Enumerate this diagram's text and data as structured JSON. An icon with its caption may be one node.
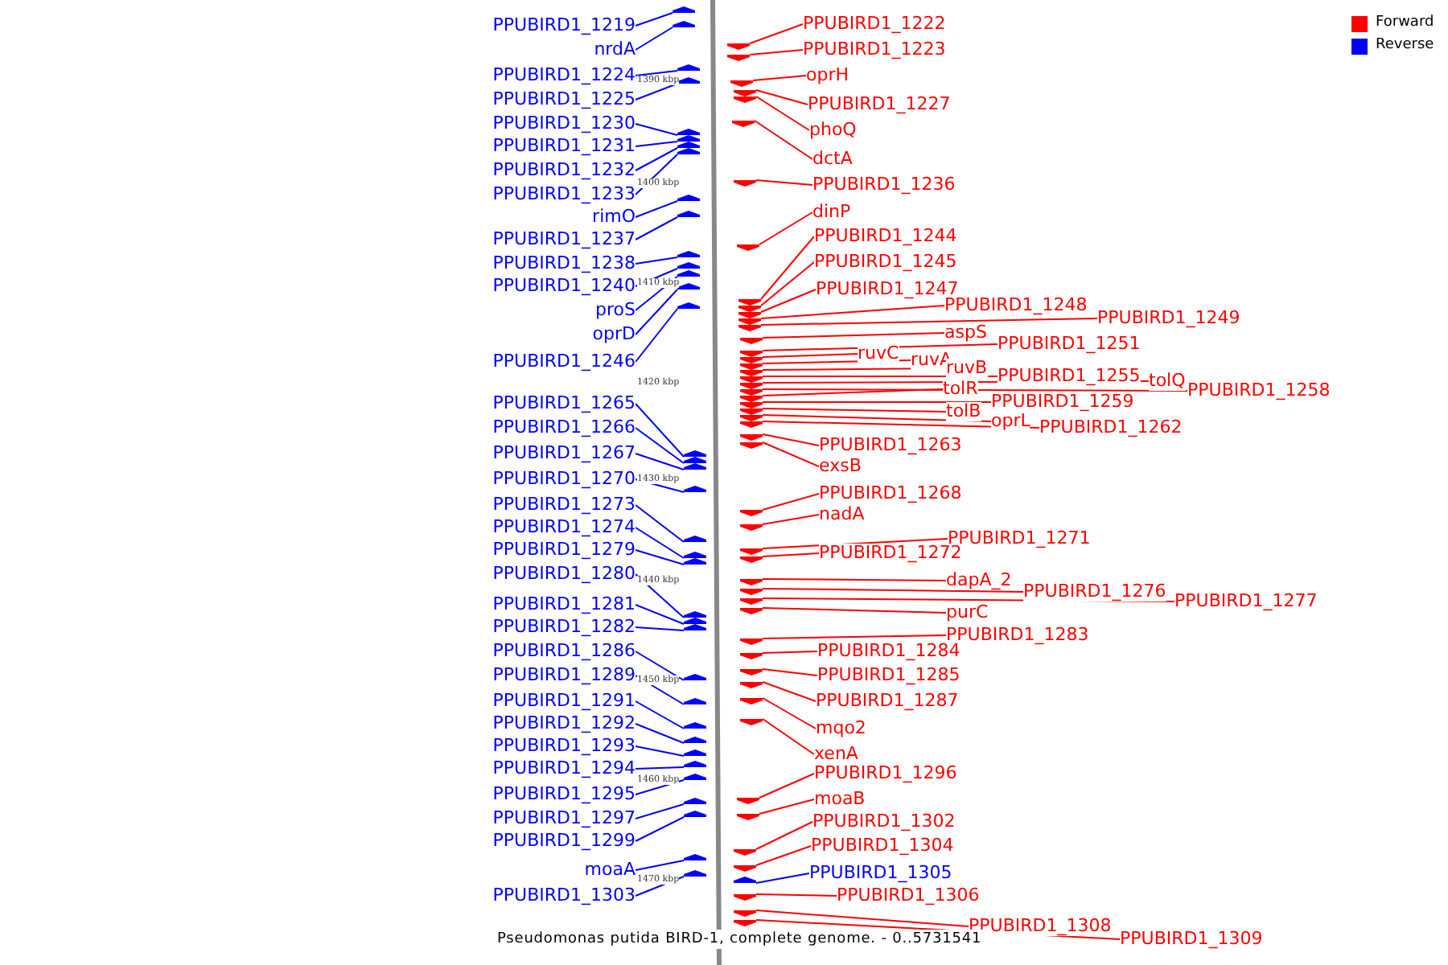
{
  "diagram": {
    "caption": "Pseudomonas putida BIRD-1, complete genome. - 0..5731541",
    "nodes": [
      {
        "text": [
          "PPUBIRD1_1219"
        ]
      },
      {
        "text": [
          "nrdA"
        ]
      },
      {
        "text": [
          "PPUBIRD1_1224"
        ]
      },
      {
        "text": [
          "PPUBIRD1_1225"
        ]
      },
      {
        "text": [
          "PPUBIRD1_1230"
        ]
      },
      {
        "text": [
          "PPUBIRD1_1231"
        ]
      },
      {
        "text": [
          "PPUBIRD1_1232"
        ]
      },
      {
        "text": [
          "PPUBIRD1_1233"
        ]
      },
      {
        "text": [
          "rimO"
        ]
      },
      {
        "text": [
          "PPUBIRD1_1237"
        ]
      },
      {
        "text": [
          "PPUBIRD1_1238"
        ]
      },
      {
        "text": [
          "PPUBIRD1_1240"
        ]
      },
      {
        "text": [
          "proS"
        ]
      },
      {
        "text": [
          "oprD"
        ]
      },
      {
        "text": [
          "PPUBIRD1_1246"
        ]
      },
      {
        "text": [
          "PPUBIRD1_1265"
        ]
      },
      {
        "text": [
          "PPUBIRD1_1266"
        ]
      },
      {
        "text": [
          "PPUBIRD1_1267"
        ]
      },
      {
        "text": [
          "PPUBIRD1_1270"
        ]
      },
      {
        "text": [
          "PPUBIRD1_1273"
        ]
      },
      {
        "text": [
          "PPUBIRD1_1274"
        ]
      },
      {
        "text": [
          "PPUBIRD1_1279"
        ]
      },
      {
        "text": [
          "PPUBIRD1_1280"
        ]
      },
      {
        "text": [
          "PPUBIRD1_1281"
        ]
      },
      {
        "text": [
          "PPUBIRD1_1282"
        ]
      },
      {
        "text": [
          "PPUBIRD1_1286"
        ]
      },
      {
        "text": [
          "PPUBIRD1_1289"
        ]
      },
      {
        "text": [
          "PPUBIRD1_1291"
        ]
      },
      {
        "text": [
          "PPUBIRD1_1292"
        ]
      },
      {
        "text": [
          "PPUBIRD1_1293"
        ]
      },
      {
        "text": [
          "PPUBIRD1_1294"
        ]
      },
      {
        "text": [
          "PPUBIRD1_1295"
        ]
      },
      {
        "text": [
          "PPUBIRD1_1297"
        ]
      },
      {
        "text": [
          "PPUBIRD1_1299"
        ]
      },
      {
        "text": [
          "moaA"
        ]
      },
      {
        "text": [
          "PPUBIRD1_1303"
        ]
      },
      {
        "text": [
          "PPUBIRD1_1222"
        ]
      },
      {
        "text": [
          "PPUBIRD1_1223"
        ]
      },
      {
        "text": [
          "oprH"
        ]
      },
      {
        "text": [
          "PPUBIRD1_1227"
        ]
      },
      {
        "text": [
          "phoQ"
        ]
      },
      {
        "text": [
          "dctA"
        ]
      },
      {
        "text": [
          "PPUBIRD1_1236"
        ]
      },
      {
        "text": [
          "dinP"
        ]
      },
      {
        "text": [
          "PPUBIRD1_1244"
        ]
      },
      {
        "text": [
          "PPUBIRD1_1245"
        ]
      },
      {
        "text": [
          "PPUBIRD1_1247"
        ]
      },
      {
        "text": [
          "PPUBIRD1_1248"
        ]
      },
      {
        "text": [
          "PPUBIRD1_1249"
        ]
      },
      {
        "text": [
          "aspS"
        ]
      },
      {
        "text": [
          "PPUBIRD1_1251"
        ]
      },
      {
        "text": [
          "ruvC"
        ]
      },
      {
        "text": [
          "ruvA"
        ]
      },
      {
        "text": [
          "ruvB"
        ]
      },
      {
        "text": [
          "PPUBIRD1_1255"
        ]
      },
      {
        "text": [
          "tolQ"
        ]
      },
      {
        "text": [
          "PPUBIRD1_1258"
        ]
      },
      {
        "text": [
          "tolR"
        ]
      },
      {
        "text": [
          "PPUBIRD1_1259"
        ]
      },
      {
        "text": [
          "tolB"
        ]
      },
      {
        "text": [
          "oprL"
        ]
      },
      {
        "text": [
          "PPUBIRD1_1262"
        ]
      },
      {
        "text": [
          "PPUBIRD1_1263"
        ]
      },
      {
        "text": [
          "exsB"
        ]
      },
      {
        "text": [
          "PPUBIRD1_1268"
        ]
      },
      {
        "text": [
          "nadA"
        ]
      },
      {
        "text": [
          "PPUBIRD1_1271"
        ]
      },
      {
        "text": [
          "PPUBIRD1_1272"
        ]
      },
      {
        "text": [
          "dapA_2"
        ]
      },
      {
        "text": [
          "PPUBIRD1_1276"
        ]
      },
      {
        "text": [
          "PPUBIRD1_1277"
        ]
      },
      {
        "text": [
          "purC"
        ]
      },
      {
        "text": [
          "PPUBIRD1_1283"
        ]
      },
      {
        "text": [
          "PPUBIRD1_1284"
        ]
      },
      {
        "text": [
          "PPUBIRD1_1285"
        ]
      },
      {
        "text": [
          "PPUBIRD1_1287"
        ]
      },
      {
        "text": [
          "mqo2"
        ]
      },
      {
        "text": [
          "xenA"
        ]
      },
      {
        "text": [
          "PPUBIRD1_1296"
        ]
      },
      {
        "text": [
          "moaB"
        ]
      },
      {
        "text": [
          "PPUBIRD1_1302"
        ]
      },
      {
        "text": [
          "PPUBIRD1_1304"
        ]
      },
      {
        "text": [
          "PPUBIRD1_1305"
        ]
      },
      {
        "text": [
          "PPUBIRD1_1306"
        ]
      },
      {
        "text": [
          "PPUBIRD1_1308"
        ]
      },
      {
        "text": [
          "PPUBIRD1_1309"
        ]
      },
      {
        "text": [],
        "shape": "arrow"
      },
      {
        "text": [],
        "shape": "arrow"
      },
      {
        "text": [],
        "shape": "arrow"
      },
      {
        "text": [],
        "shape": "arrow"
      },
      {
        "text": [],
        "shape": "arrow"
      },
      {
        "text": [],
        "shape": "arrow"
      },
      {
        "text": [],
        "shape": "arrow"
      },
      {
        "text": [],
        "shape": "arrow"
      },
      {
        "text": [],
        "shape": "arrow"
      },
      {
        "text": [],
        "shape": "arrow"
      },
      {
        "text": [],
        "shape": "arrow"
      },
      {
        "text": [],
        "shape": "arrow"
      },
      {
        "text": [],
        "shape": "arrow"
      },
      {
        "text": [],
        "shape": "arrow"
      },
      {
        "text": [],
        "shape": "arrow"
      },
      {
        "text": [],
        "shape": "arrow"
      },
      {
        "text": [],
        "shape": "arrow"
      },
      {
        "text": [],
        "shape": "arrow"
      },
      {
        "text": [],
        "shape": "arrow"
      },
      {
        "text": [],
        "shape": "arrow"
      },
      {
        "text": [],
        "shape": "arrow"
      },
      {
        "text": [],
        "shape": "arrow"
      },
      {
        "text": [],
        "shape": "arrow"
      },
      {
        "text": [],
        "shape": "arrow"
      },
      {
        "text": [],
        "shape": "arrow"
      },
      {
        "text": [],
        "shape": "arrow"
      },
      {
        "text": [],
        "shape": "arrow"
      },
      {
        "text": [],
        "shape": "arrow"
      },
      {
        "text": [],
        "shape": "arrow"
      },
      {
        "text": [],
        "shape": "arrow"
      },
      {
        "text": [],
        "shape": "arrow"
      },
      {
        "text": [],
        "shape": "arrow"
      },
      {
        "text": [],
        "shape": "arrow"
      },
      {
        "text": [],
        "shape": "arrow"
      },
      {
        "text": [],
        "shape": "arrow"
      },
      {
        "text": [],
        "shape": "arrow"
      },
      {
        "text": [],
        "shape": "arrow"
      },
      {
        "text": [],
        "shape": "arrow"
      },
      {
        "text": [],
        "shape": "arrow"
      },
      {
        "text": [],
        "shape": "arrow"
      },
      {
        "text": [],
        "shape": "arrow"
      },
      {
        "text": [],
        "shape": "arrow"
      },
      {
        "text": [],
        "shape": "arrow"
      },
      {
        "text": [],
        "shape": "arrow"
      },
      {
        "text": [],
        "shape": "arrow"
      },
      {
        "text": [],
        "shape": "arrow"
      },
      {
        "text": [],
        "shape": "arrow"
      },
      {
        "text": [],
        "shape": "arrow"
      },
      {
        "text": [],
        "shape": "arrow"
      },
      {
        "text": [],
        "shape": "arrow"
      },
      {
        "text": [],
        "shape": "arrow"
      },
      {
        "text": [],
        "shape": "arrow"
      },
      {
        "text": [],
        "shape": "arrow"
      },
      {
        "text": [],
        "shape": "arrow"
      },
      {
        "text": [],
        "shape": "arrow"
      },
      {
        "text": [],
        "shape": "arrow"
      },
      {
        "text": [],
        "shape": "arrow"
      },
      {
        "text": [],
        "shape": "arrow"
      },
      {
        "text": [],
        "shape": "arrow"
      },
      {
        "text": [],
        "shape": "arrow"
      },
      {
        "text": [],
        "shape": "arrow"
      },
      {
        "text": [],
        "shape": "arrow"
      },
      {
        "text": [],
        "shape": "arrow"
      },
      {
        "text": [],
        "shape": "arrow"
      },
      {
        "text": [],
        "shape": "arrow"
      },
      {
        "text": [],
        "shape": "arrow"
      },
      {
        "text": [],
        "shape": "arrow"
      },
      {
        "text": [],
        "shape": "arrow"
      },
      {
        "text": [],
        "shape": "arrow"
      },
      {
        "text": [],
        "shape": "arrow"
      },
      {
        "text": [],
        "shape": "arrow"
      },
      {
        "text": [],
        "shape": "arrow"
      },
      {
        "text": [],
        "shape": "arrow"
      },
      {
        "text": [],
        "shape": "arrow"
      },
      {
        "text": [],
        "shape": "arrow"
      },
      {
        "text": [],
        "shape": "arrow"
      },
      {
        "text": [],
        "shape": "arrow"
      },
      {
        "text": [],
        "shape": "arrow"
      },
      {
        "text": [],
        "shape": "arrow"
      },
      {
        "text": [],
        "shape": "arrow"
      },
      {
        "text": [],
        "shape": "arrow"
      },
      {
        "text": [],
        "shape": "arrow"
      },
      {
        "text": [],
        "shape": "arrow"
      },
      {
        "text": [],
        "shape": "arrow"
      },
      {
        "text": [],
        "shape": "arrow"
      },
      {
        "text": [],
        "shape": "arrow"
      }
    ],
    "edges": [
      {
        "from": 0,
        "to": 86,
        "arrow": "none",
        "color": "#0000ff"
      },
      {
        "from": 1,
        "to": 87,
        "arrow": "none",
        "color": "#0000ff"
      },
      {
        "from": 2,
        "to": 88,
        "arrow": "none",
        "color": "#0000ff"
      },
      {
        "from": 3,
        "to": 89,
        "arrow": "none",
        "color": "#0000ff"
      },
      {
        "from": 4,
        "to": 90,
        "arrow": "none",
        "color": "#0000ff"
      },
      {
        "from": 5,
        "to": 91,
        "arrow": "none",
        "color": "#0000ff"
      },
      {
        "from": 6,
        "to": 92,
        "arrow": "none",
        "color": "#0000ff"
      },
      {
        "from": 7,
        "to": 93,
        "arrow": "none",
        "color": "#0000ff"
      },
      {
        "from": 8,
        "to": 94,
        "arrow": "none",
        "color": "#0000ff"
      },
      {
        "from": 9,
        "to": 95,
        "arrow": "none",
        "color": "#0000ff"
      },
      {
        "from": 10,
        "to": 96,
        "arrow": "none",
        "color": "#0000ff"
      },
      {
        "from": 11,
        "to": 97,
        "arrow": "none",
        "color": "#0000ff"
      },
      {
        "from": 12,
        "to": 98,
        "arrow": "none",
        "color": "#0000ff"
      },
      {
        "from": 13,
        "to": 99,
        "arrow": "none",
        "color": "#0000ff"
      },
      {
        "from": 14,
        "to": 100,
        "arrow": "none",
        "color": "#0000ff"
      },
      {
        "from": 15,
        "to": 101,
        "arrow": "none",
        "color": "#0000ff"
      },
      {
        "from": 16,
        "to": 102,
        "arrow": "none",
        "color": "#0000ff"
      },
      {
        "from": 17,
        "to": 103,
        "arrow": "none",
        "color": "#0000ff"
      },
      {
        "from": 18,
        "to": 104,
        "arrow": "none",
        "color": "#0000ff"
      },
      {
        "from": 19,
        "to": 105,
        "arrow": "none",
        "color": "#0000ff"
      },
      {
        "from": 20,
        "to": 106,
        "arrow": "none",
        "color": "#0000ff"
      },
      {
        "from": 21,
        "to": 107,
        "arrow": "none",
        "color": "#0000ff"
      },
      {
        "from": 22,
        "to": 108,
        "arrow": "none",
        "color": "#0000ff"
      },
      {
        "from": 23,
        "to": 109,
        "arrow": "none",
        "color": "#0000ff"
      },
      {
        "from": 24,
        "to": 110,
        "arrow": "none",
        "color": "#0000ff"
      },
      {
        "from": 25,
        "to": 111,
        "arrow": "none",
        "color": "#0000ff"
      },
      {
        "from": 26,
        "to": 112,
        "arrow": "none",
        "color": "#0000ff"
      },
      {
        "from": 27,
        "to": 113,
        "arrow": "none",
        "color": "#0000ff"
      },
      {
        "from": 28,
        "to": 114,
        "arrow": "none",
        "color": "#0000ff"
      },
      {
        "from": 29,
        "to": 115,
        "arrow": "none",
        "color": "#0000ff"
      },
      {
        "from": 30,
        "to": 116,
        "arrow": "none",
        "color": "#0000ff"
      },
      {
        "from": 31,
        "to": 117,
        "arrow": "none",
        "color": "#0000ff"
      },
      {
        "from": 32,
        "to": 118,
        "arrow": "none",
        "color": "#0000ff"
      },
      {
        "from": 33,
        "to": 119,
        "arrow": "none",
        "color": "#0000ff"
      },
      {
        "from": 34,
        "to": 120,
        "arrow": "none",
        "color": "#0000ff"
      },
      {
        "from": 35,
        "to": 121,
        "arrow": "none",
        "color": "#0000ff"
      },
      {
        "from": 36,
        "to": 122,
        "arrow": "none"
      },
      {
        "from": 37,
        "to": 123,
        "arrow": "none"
      },
      {
        "from": 38,
        "to": 124,
        "arrow": "none"
      },
      {
        "from": 39,
        "to": 125,
        "arrow": "none"
      },
      {
        "from": 40,
        "to": 126,
        "arrow": "none"
      },
      {
        "from": 41,
        "to": 127,
        "arrow": "none"
      },
      {
        "from": 42,
        "to": 128,
        "arrow": "none"
      },
      {
        "from": 43,
        "to": 129,
        "arrow": "none"
      },
      {
        "from": 44,
        "to": 130,
        "arrow": "none"
      },
      {
        "from": 45,
        "to": 131,
        "arrow": "none"
      },
      {
        "from": 46,
        "to": 132,
        "arrow": "none"
      },
      {
        "from": 47,
        "to": 133,
        "arrow": "none"
      },
      {
        "from": 48,
        "to": 134,
        "arrow": "none"
      },
      {
        "from": 49,
        "to": 135,
        "arrow": "none"
      },
      {
        "from": 50,
        "to": 136,
        "arrow": "none"
      },
      {
        "from": 51,
        "to": 137,
        "arrow": "none"
      },
      {
        "from": 52,
        "to": 138,
        "arrow": "none"
      },
      {
        "from": 53,
        "to": 139,
        "arrow": "none"
      },
      {
        "from": 54,
        "to": 140,
        "arrow": "none"
      },
      {
        "from": 55,
        "to": 141,
        "arrow": "none"
      },
      {
        "from": 56,
        "to": 142,
        "arrow": "none"
      },
      {
        "from": 57,
        "to": 143,
        "arrow": "none"
      },
      {
        "from": 58,
        "to": 144,
        "arrow": "none"
      },
      {
        "from": 59,
        "to": 145,
        "arrow": "none"
      },
      {
        "from": 60,
        "to": 146,
        "arrow": "none"
      },
      {
        "from": 61,
        "to": 147,
        "arrow": "none"
      },
      {
        "from": 62,
        "to": 148,
        "arrow": "none"
      },
      {
        "from": 63,
        "to": 149,
        "arrow": "none"
      },
      {
        "from": 64,
        "to": 150,
        "arrow": "none"
      },
      {
        "from": 65,
        "to": 151,
        "arrow": "none"
      },
      {
        "from": 66,
        "to": 152,
        "arrow": "none"
      },
      {
        "from": 67,
        "to": 153,
        "arrow": "none"
      },
      {
        "from": 68,
        "to": 154,
        "arrow": "none"
      },
      {
        "from": 69,
        "to": 155,
        "arrow": "none"
      },
      {
        "from": 70,
        "to": 156,
        "arrow": "none"
      },
      {
        "from": 71,
        "to": 157,
        "arrow": "none"
      },
      {
        "from": 72,
        "to": 158,
        "arrow": "none"
      },
      {
        "from": 73,
        "to": 159,
        "arrow": "none"
      },
      {
        "from": 74,
        "to": 160,
        "arrow": "none"
      },
      {
        "from": 75,
        "to": 161,
        "arrow": "none"
      },
      {
        "from": 76,
        "to": 162,
        "arrow": "none"
      },
      {
        "from": 77,
        "to": 163,
        "arrow": "none"
      },
      {
        "from": 78,
        "to": 164,
        "arrow": "none"
      },
      {
        "from": 79,
        "to": 165,
        "arrow": "none"
      },
      {
        "from": 80,
        "to": 166,
        "arrow": "none"
      },
      {
        "from": 81,
        "to": 167,
        "arrow": "none"
      },
      {
        "from": 82,
        "to": 168,
        "arrow": "none",
        "color": "#0000ff"
      },
      {
        "from": 83,
        "to": 169,
        "arrow": "none"
      },
      {
        "from": 84,
        "to": 170,
        "arrow": "none"
      },
      {
        "from": 85,
        "to": 171,
        "arrow": "none"
      }
    ],
    "labels": [
      "1390 kbp",
      "1400 kbp",
      "1410 kbp",
      "1420 kbp",
      "1430 kbp",
      "1440 kbp",
      "1450 kbp",
      "1460 kbp",
      "1470 kbp"
    ],
    "legend": [
      {
        "text": "Forward",
        "color": "#ff0000"
      },
      {
        "text": "Reverse",
        "color": "#0000ff"
      }
    ]
  }
}
